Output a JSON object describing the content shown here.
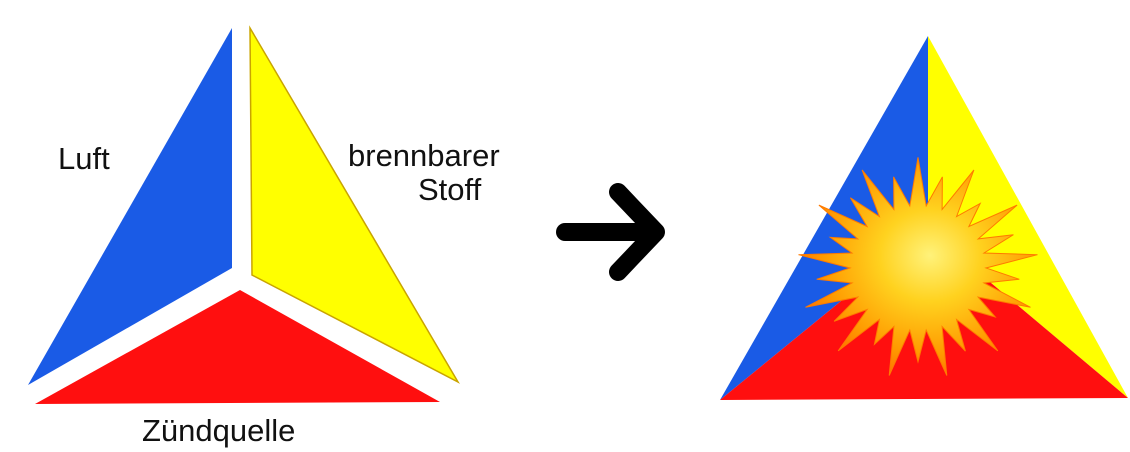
{
  "labels": {
    "air": "Luft",
    "fuel_line1": "brennbarer",
    "fuel_line2": "Stoff",
    "ignition": "Zündquelle"
  },
  "colors": {
    "air": "#1a5be6",
    "fuel": "#ffff00",
    "ignition": "#ff0f0f",
    "arrow": "#000000",
    "flame_core": "#ffe23a",
    "flame_edge": "#ff7a00",
    "text": "#111111"
  },
  "icons": {
    "arrow": "right-arrow-icon",
    "flame": "explosion-burst-icon"
  }
}
